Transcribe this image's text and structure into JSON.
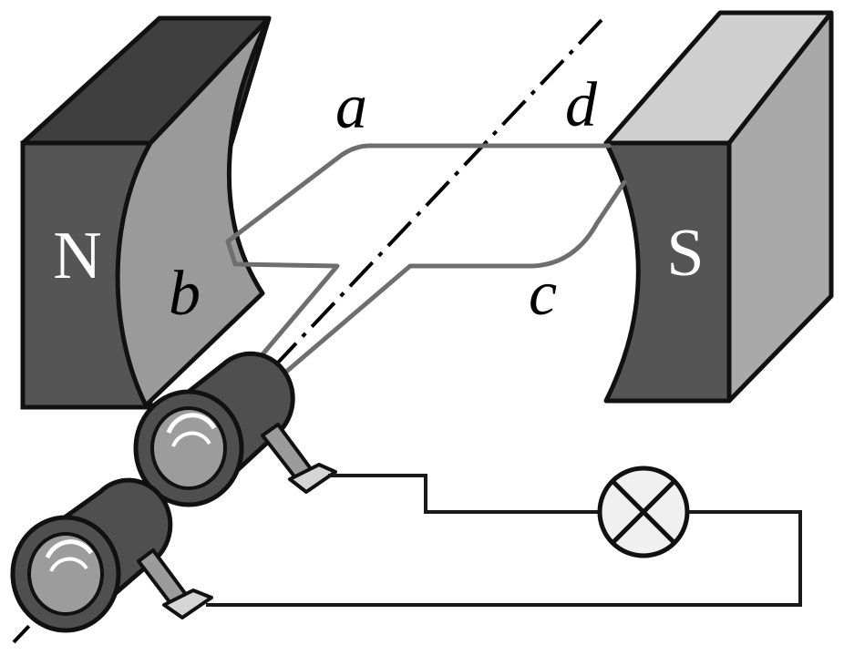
{
  "magnets": {
    "north": {
      "label": "N",
      "front_color": "#555555",
      "top_color": "#3f3f3f",
      "face_color": "#9a9a9a"
    },
    "south": {
      "label": "S",
      "front_color": "#555555",
      "top_color": "#cfcfcf",
      "side_color": "#a9a9a9"
    }
  },
  "coil": {
    "corners": {
      "a": "a",
      "b": "b",
      "c": "c",
      "d": "d"
    },
    "wire_color": "#6e6e6e"
  },
  "slip_rings": {
    "body_color": "#4f4f4f",
    "inner_color": "#9c9c9c"
  },
  "brushes": {
    "color": "#9b9b9b",
    "tip_color": "#d5d5d5"
  },
  "circuit": {
    "wire_color": "#1a1a1a",
    "lamp_fill": "#f0f0f0"
  },
  "axis": {
    "style": "dash-dot"
  }
}
